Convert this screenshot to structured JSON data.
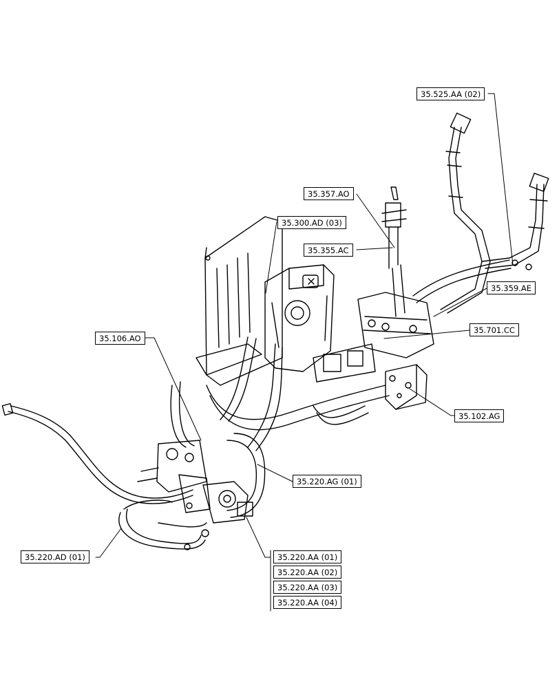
{
  "callouts": {
    "c_35_525_AA_02": "35.525.AA (02)",
    "c_35_357_AO": "35.357.AO",
    "c_35_300_AD_03": "35.300.AD (03)",
    "c_35_355_AC": "35.355.AC",
    "c_35_359_AE": "35.359.AE",
    "c_35_701_CC": "35.701.CC",
    "c_35_106_AO": "35.106.AO",
    "c_35_102_AG": "35.102.AG",
    "c_35_220_AG_01": "35.220.AG (01)",
    "c_35_220_AD_01": "35.220.AD (01)",
    "c_35_220_AA_01": "35.220.AA (01)",
    "c_35_220_AA_02": "35.220.AA (02)",
    "c_35_220_AA_03": "35.220.AA (03)",
    "c_35_220_AA_04": "35.220.AA (04)"
  }
}
